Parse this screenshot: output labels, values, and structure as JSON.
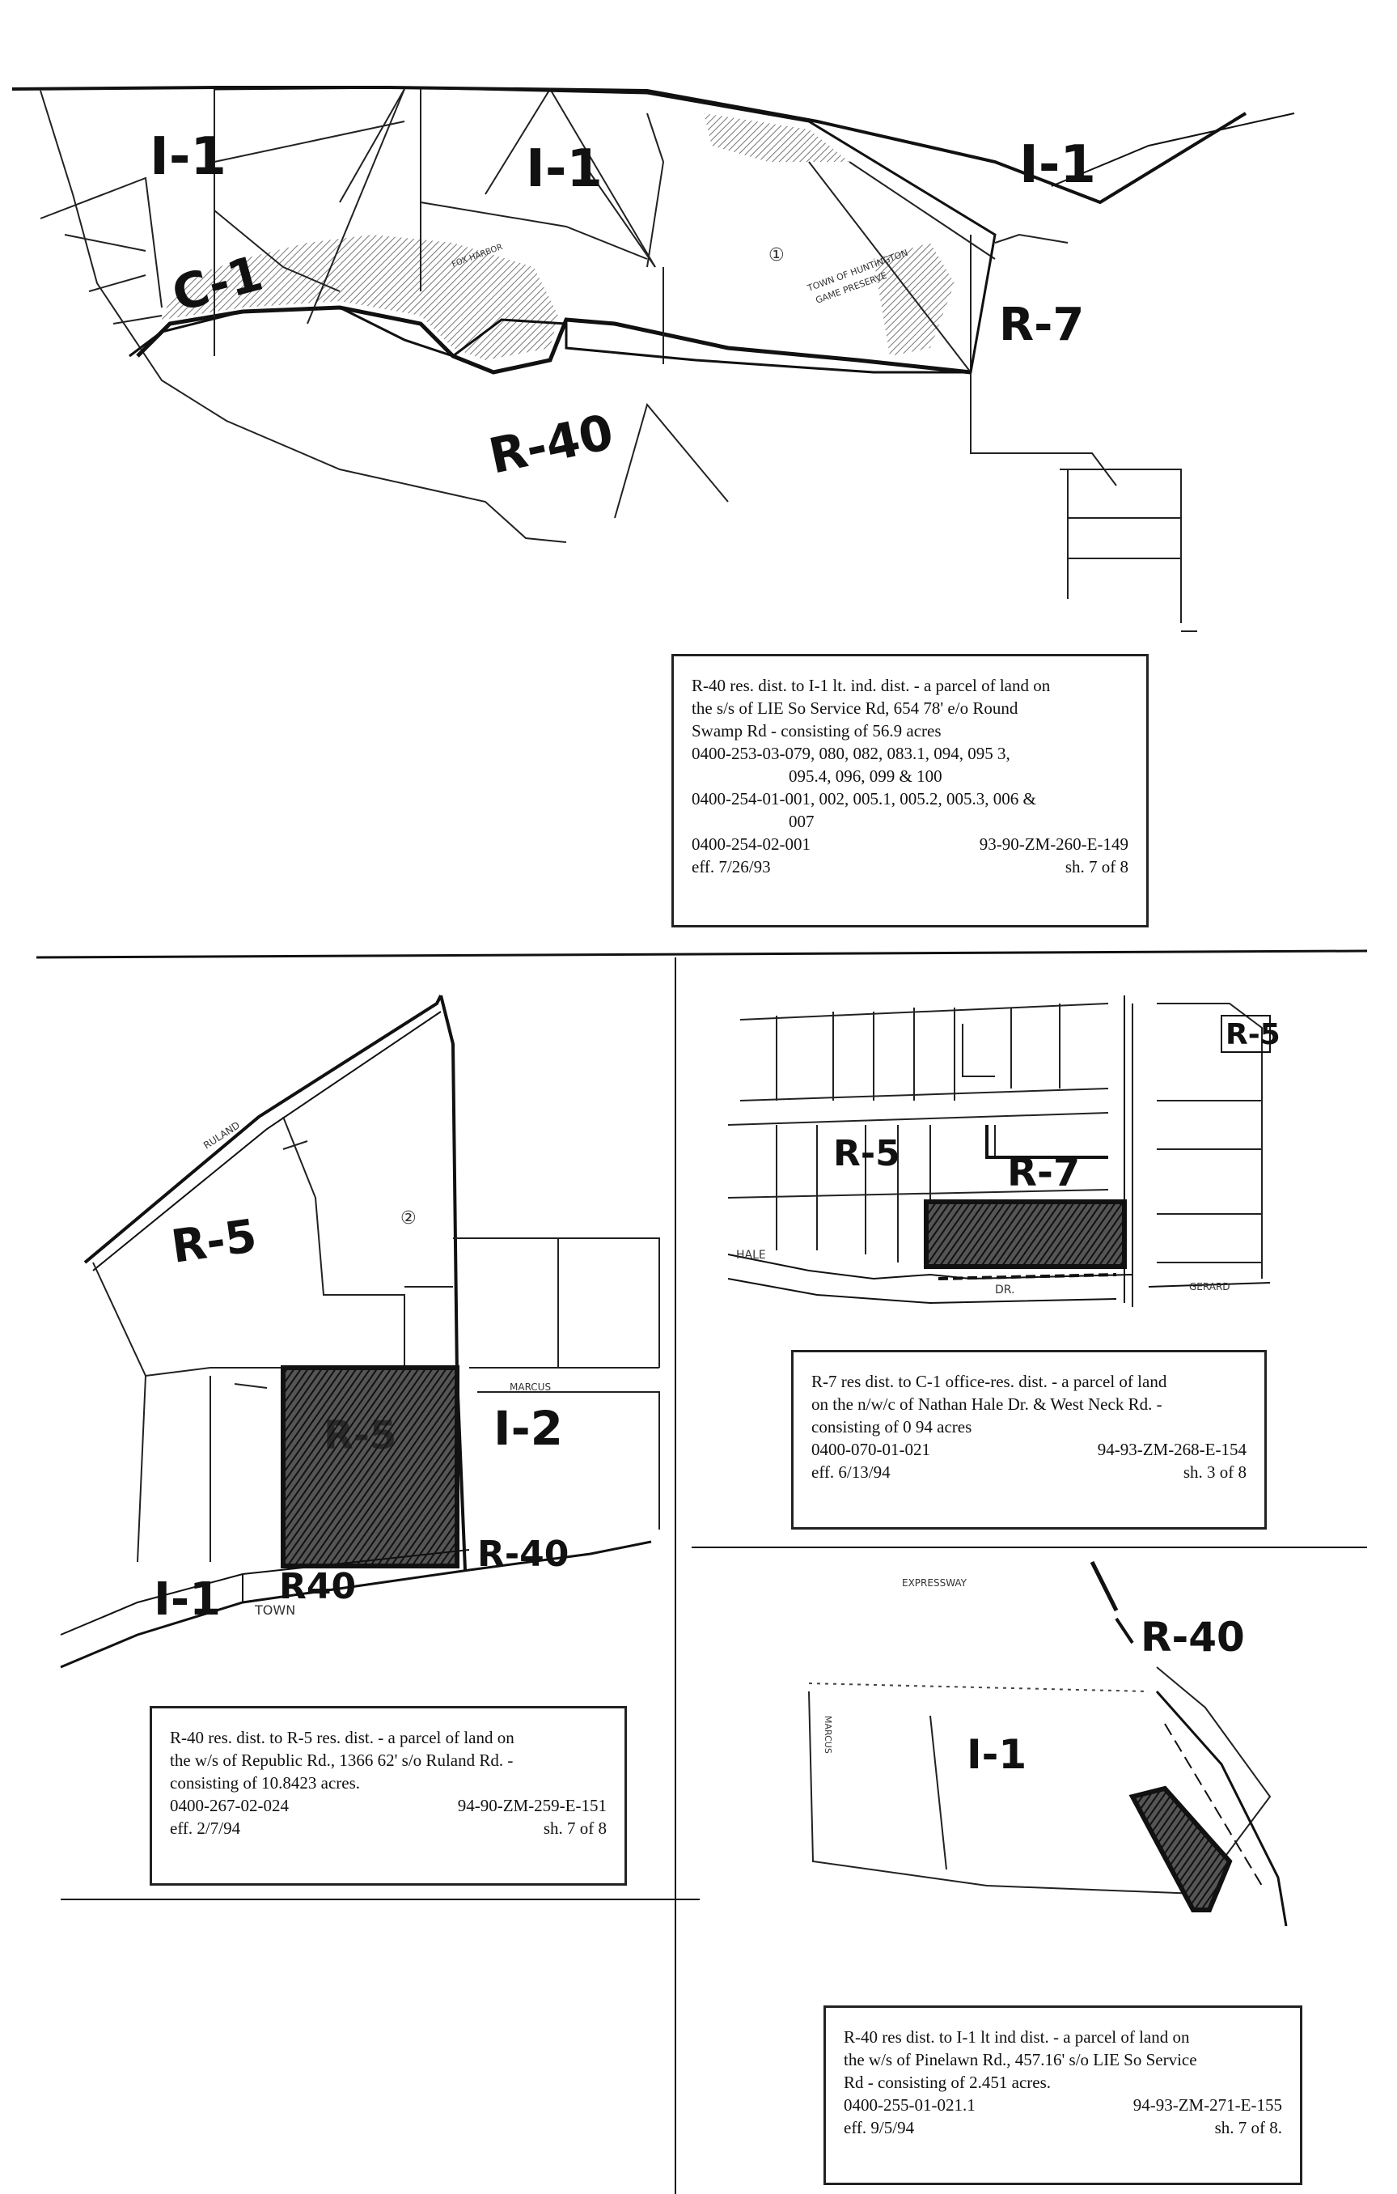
{
  "maps": [
    {
      "id": "map1",
      "zone_labels": [
        "I-1",
        "I-1",
        "I-1",
        "C-1",
        "R-7",
        "R-40"
      ],
      "small_labels": [
        "TOWN OF HUNTINGTON",
        "GAME PRESERVE",
        "FOX HARBOR",
        "①"
      ],
      "caption": {
        "line1": "R-40 res. dist. to I-1 lt. ind. dist. - a parcel of land on",
        "line2": "the s/s of LIE So Service Rd, 654 78' e/o Round",
        "line3": "Swamp Rd - consisting of 56.9 acres",
        "line4": "0400-253-03-079, 080, 082, 083.1, 094, 095 3,",
        "line5": "095.4, 096, 099 & 100",
        "line6": "0400-254-01-001, 002, 005.1, 005.2, 005.3, 006 &",
        "line7": "007",
        "parcel": "0400-254-02-001",
        "case": "93-90-ZM-260-E-149",
        "eff": "eff. 7/26/93",
        "sheet": "sh. 7 of 8"
      }
    },
    {
      "id": "map2",
      "zone_labels": [
        "R-5",
        "R-5",
        "I-2",
        "I-1",
        "R40",
        "R-40"
      ],
      "small_labels": [
        "RULAND",
        "MARCUS",
        "TOWN",
        "②"
      ],
      "caption": {
        "line1": "R-40 res. dist. to R-5 res. dist. - a parcel of land on",
        "line2": "the w/s of Republic Rd., 1366 62' s/o Ruland Rd. -",
        "line3": "consisting of 10.8423 acres.",
        "parcel": "0400-267-02-024",
        "case": "94-90-ZM-259-E-151",
        "eff": "eff. 2/7/94",
        "sheet": "sh. 7 of 8"
      }
    },
    {
      "id": "map3",
      "zone_labels": [
        "R-5",
        "R-7",
        "R-5"
      ],
      "small_labels": [
        "HALE",
        "DR.",
        "GERARD"
      ],
      "caption": {
        "line1": "R-7 res  dist. to C-1 office-res. dist. - a parcel of land",
        "line2": "on the n/w/c of Nathan Hale Dr. & West Neck Rd. -",
        "line3": "consisting of 0 94 acres",
        "parcel": "0400-070-01-021",
        "case": "94-93-ZM-268-E-154",
        "eff": "eff. 6/13/94",
        "sheet": "sh. 3 of 8"
      }
    },
    {
      "id": "map4",
      "zone_labels": [
        "R-40",
        "I-1"
      ],
      "small_labels": [
        "EXPRESSWAY",
        "MARCUS"
      ],
      "caption": {
        "line1": "R-40 res  dist. to I-1 lt  ind  dist. - a parcel of land on",
        "line2": "the w/s of Pinelawn Rd., 457.16' s/o LIE So  Service",
        "line3": "Rd  - consisting of 2.451 acres.",
        "parcel": "0400-255-01-021.1",
        "case": "94-93-ZM-271-E-155",
        "eff": "eff. 9/5/94",
        "sheet": "sh. 7 of 8."
      }
    }
  ]
}
